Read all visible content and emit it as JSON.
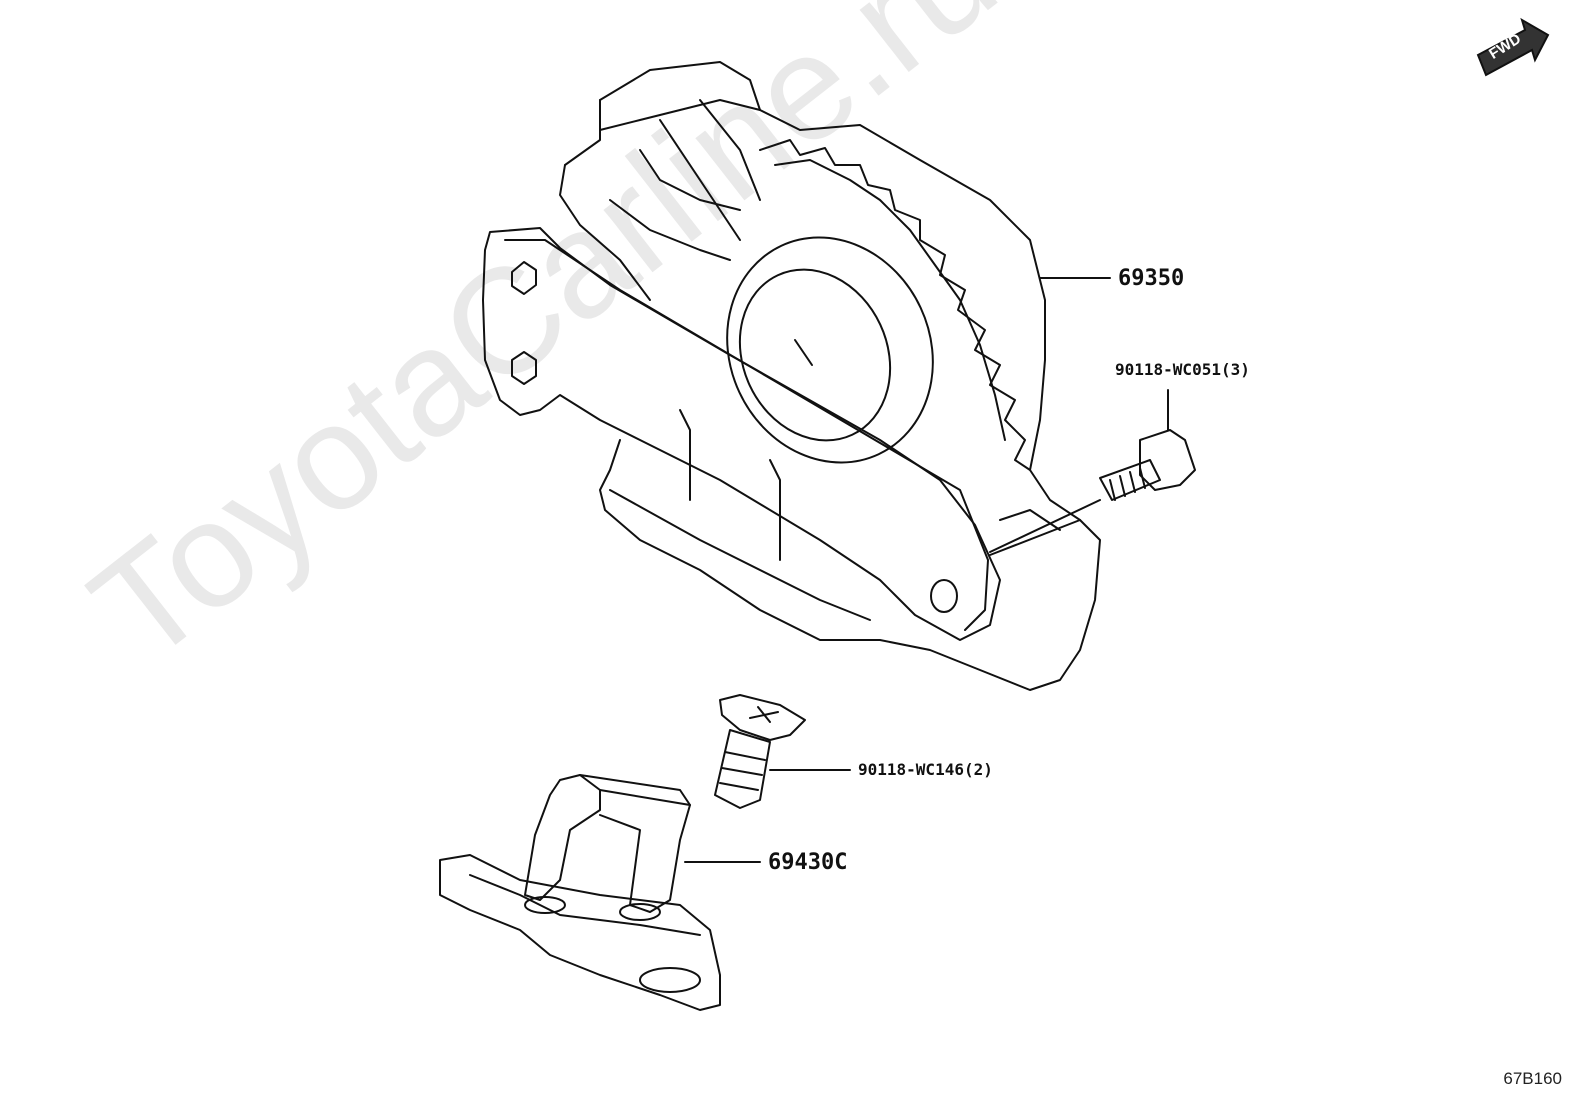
{
  "watermark": "ToyotaCarline.ru",
  "fwd_label": "FWD",
  "diagram_code": "67B160",
  "parts": {
    "actuator": "69350",
    "bolt": "90118-WC051(3)",
    "screw": "90118-WC146(2)",
    "striker": "69430C"
  }
}
